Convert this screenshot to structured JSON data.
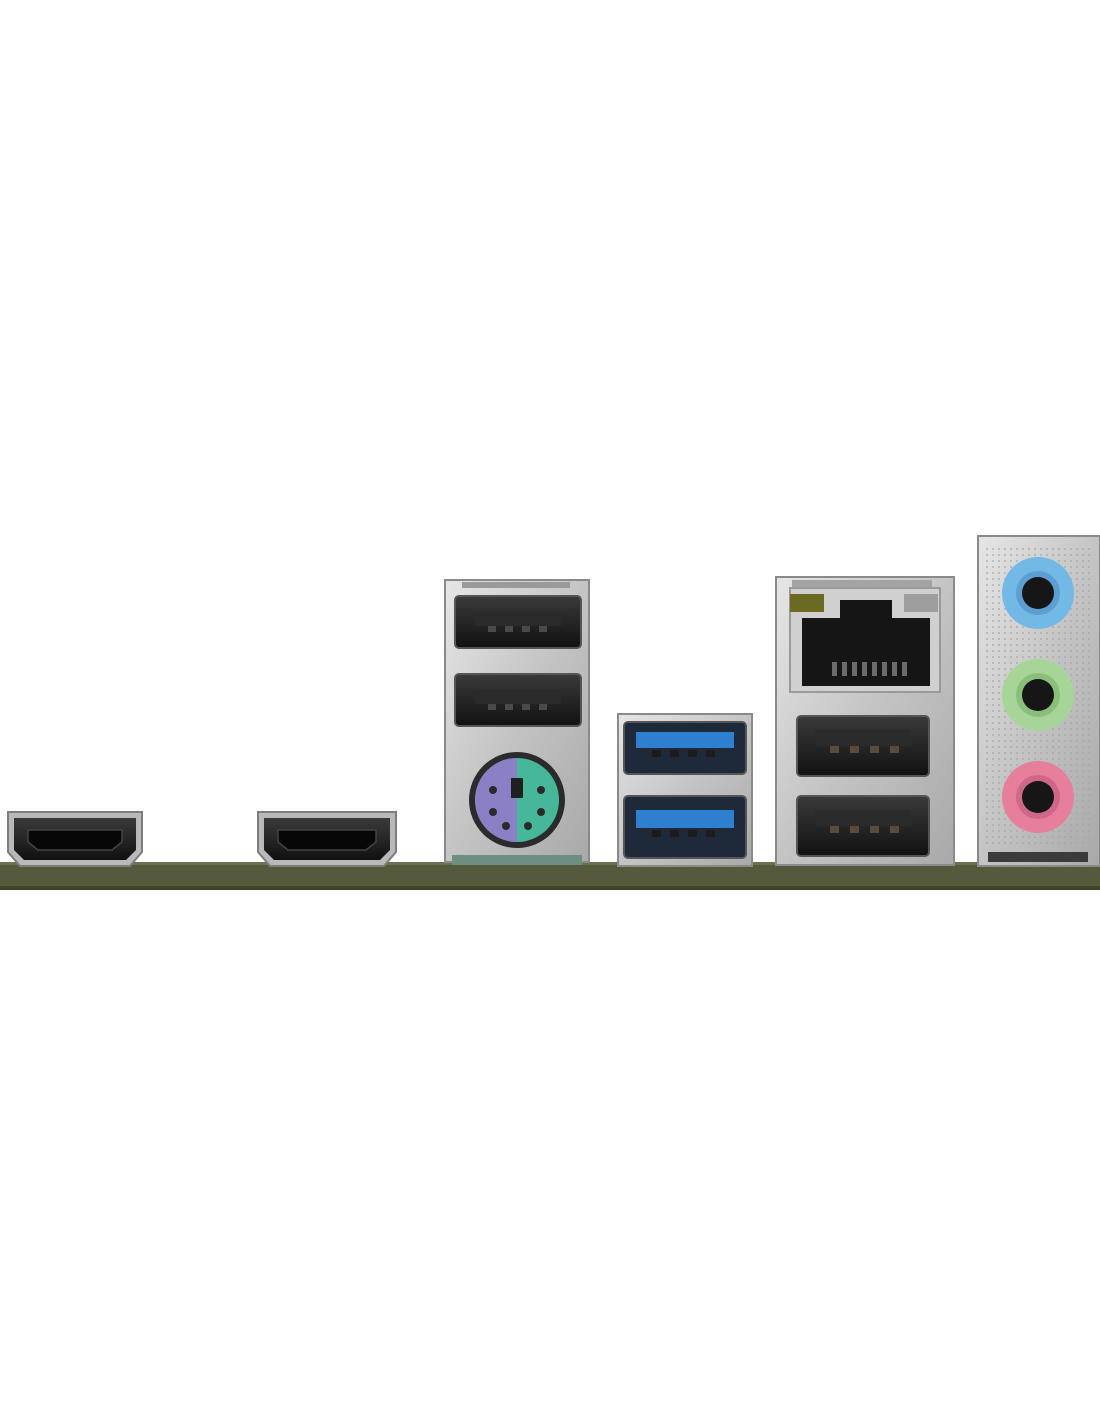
{
  "colors": {
    "background": "#ffffff",
    "pcb": "#555a3c",
    "metal_shield": "#c4c4c4",
    "connector_black": "#1c1c1c",
    "usb3_blue": "#2f7fd0",
    "ps2_purple": "#8b7fc6",
    "ps2_green": "#47b79a",
    "audio_blue": "#73b9e6",
    "audio_green": "#a6d597",
    "audio_pink": "#e67f9c",
    "led_amber": "#6b6a23",
    "led_grey": "#9e9e9e"
  },
  "ports": [
    {
      "name": "hdmi-port",
      "icon": "hdmi-icon"
    },
    {
      "name": "hdmi-port",
      "icon": "hdmi-icon"
    },
    {
      "name": "usb2-port",
      "icon": "usb-icon"
    },
    {
      "name": "usb2-port",
      "icon": "usb-icon"
    },
    {
      "name": "ps2-combo-port",
      "icon": "ps2-icon"
    },
    {
      "name": "usb3-port",
      "icon": "usb-icon"
    },
    {
      "name": "usb3-port",
      "icon": "usb-icon"
    },
    {
      "name": "rj45-lan-port",
      "icon": "ethernet-icon"
    },
    {
      "name": "usb-port",
      "icon": "usb-icon"
    },
    {
      "name": "usb-port",
      "icon": "usb-icon"
    },
    {
      "name": "audio-line-in-jack",
      "icon": "audio-jack-icon"
    },
    {
      "name": "audio-line-out-jack",
      "icon": "audio-jack-icon"
    },
    {
      "name": "audio-mic-in-jack",
      "icon": "audio-jack-icon"
    }
  ]
}
